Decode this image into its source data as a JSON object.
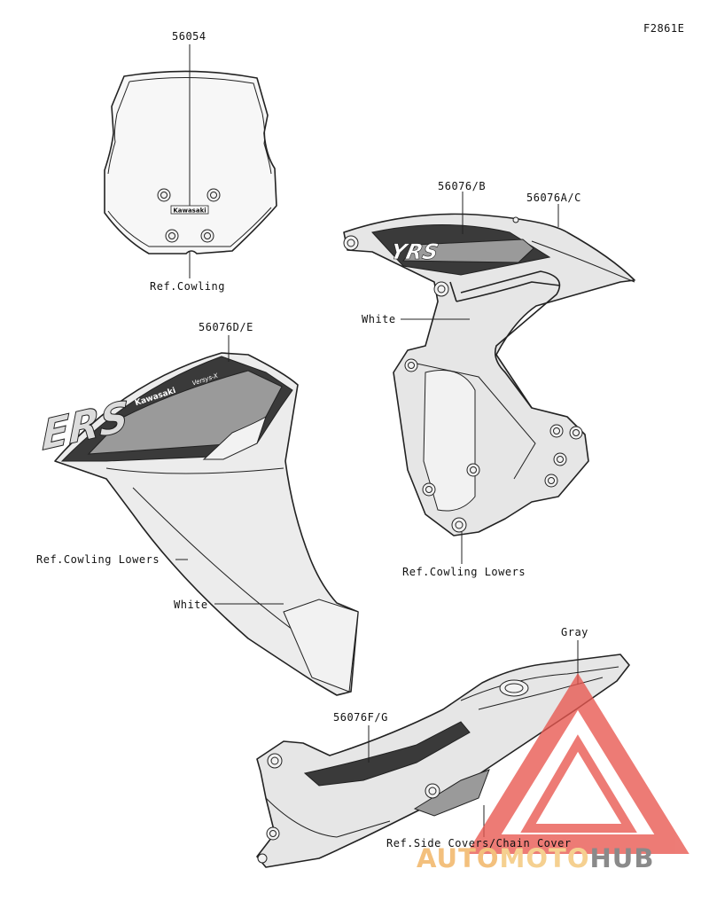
{
  "figure_id": "F2861E",
  "labels": {
    "screen_part": "56054",
    "ref_cowling": "Ref.Cowling",
    "right_decal_b": "56076/B",
    "right_decal_ac": "56076A/C",
    "white_right": "White",
    "left_decal_de": "56076D/E",
    "ref_cowling_lowers_left": "Ref.Cowling Lowers",
    "white_left": "White",
    "ref_cowling_lowers_right": "Ref.Cowling Lowers",
    "gray": "Gray",
    "side_decal_fg": "56076F/G",
    "ref_side_covers": "Ref.Side Covers/Chain Cover"
  },
  "decal_text": {
    "screen_logo": "Kawasaki",
    "left_logo": "Kawasaki",
    "left_model": "Versys-X",
    "left_model_letters": "ERS",
    "right_model_letters": "YRS"
  },
  "watermark": {
    "part_a": "AUTO",
    "part_b": "MOTO",
    "part_c": "HUB",
    "triangle_color": "#e8574f",
    "text_color_a": "#f3c07d",
    "text_color_c": "#8a8a8a"
  }
}
